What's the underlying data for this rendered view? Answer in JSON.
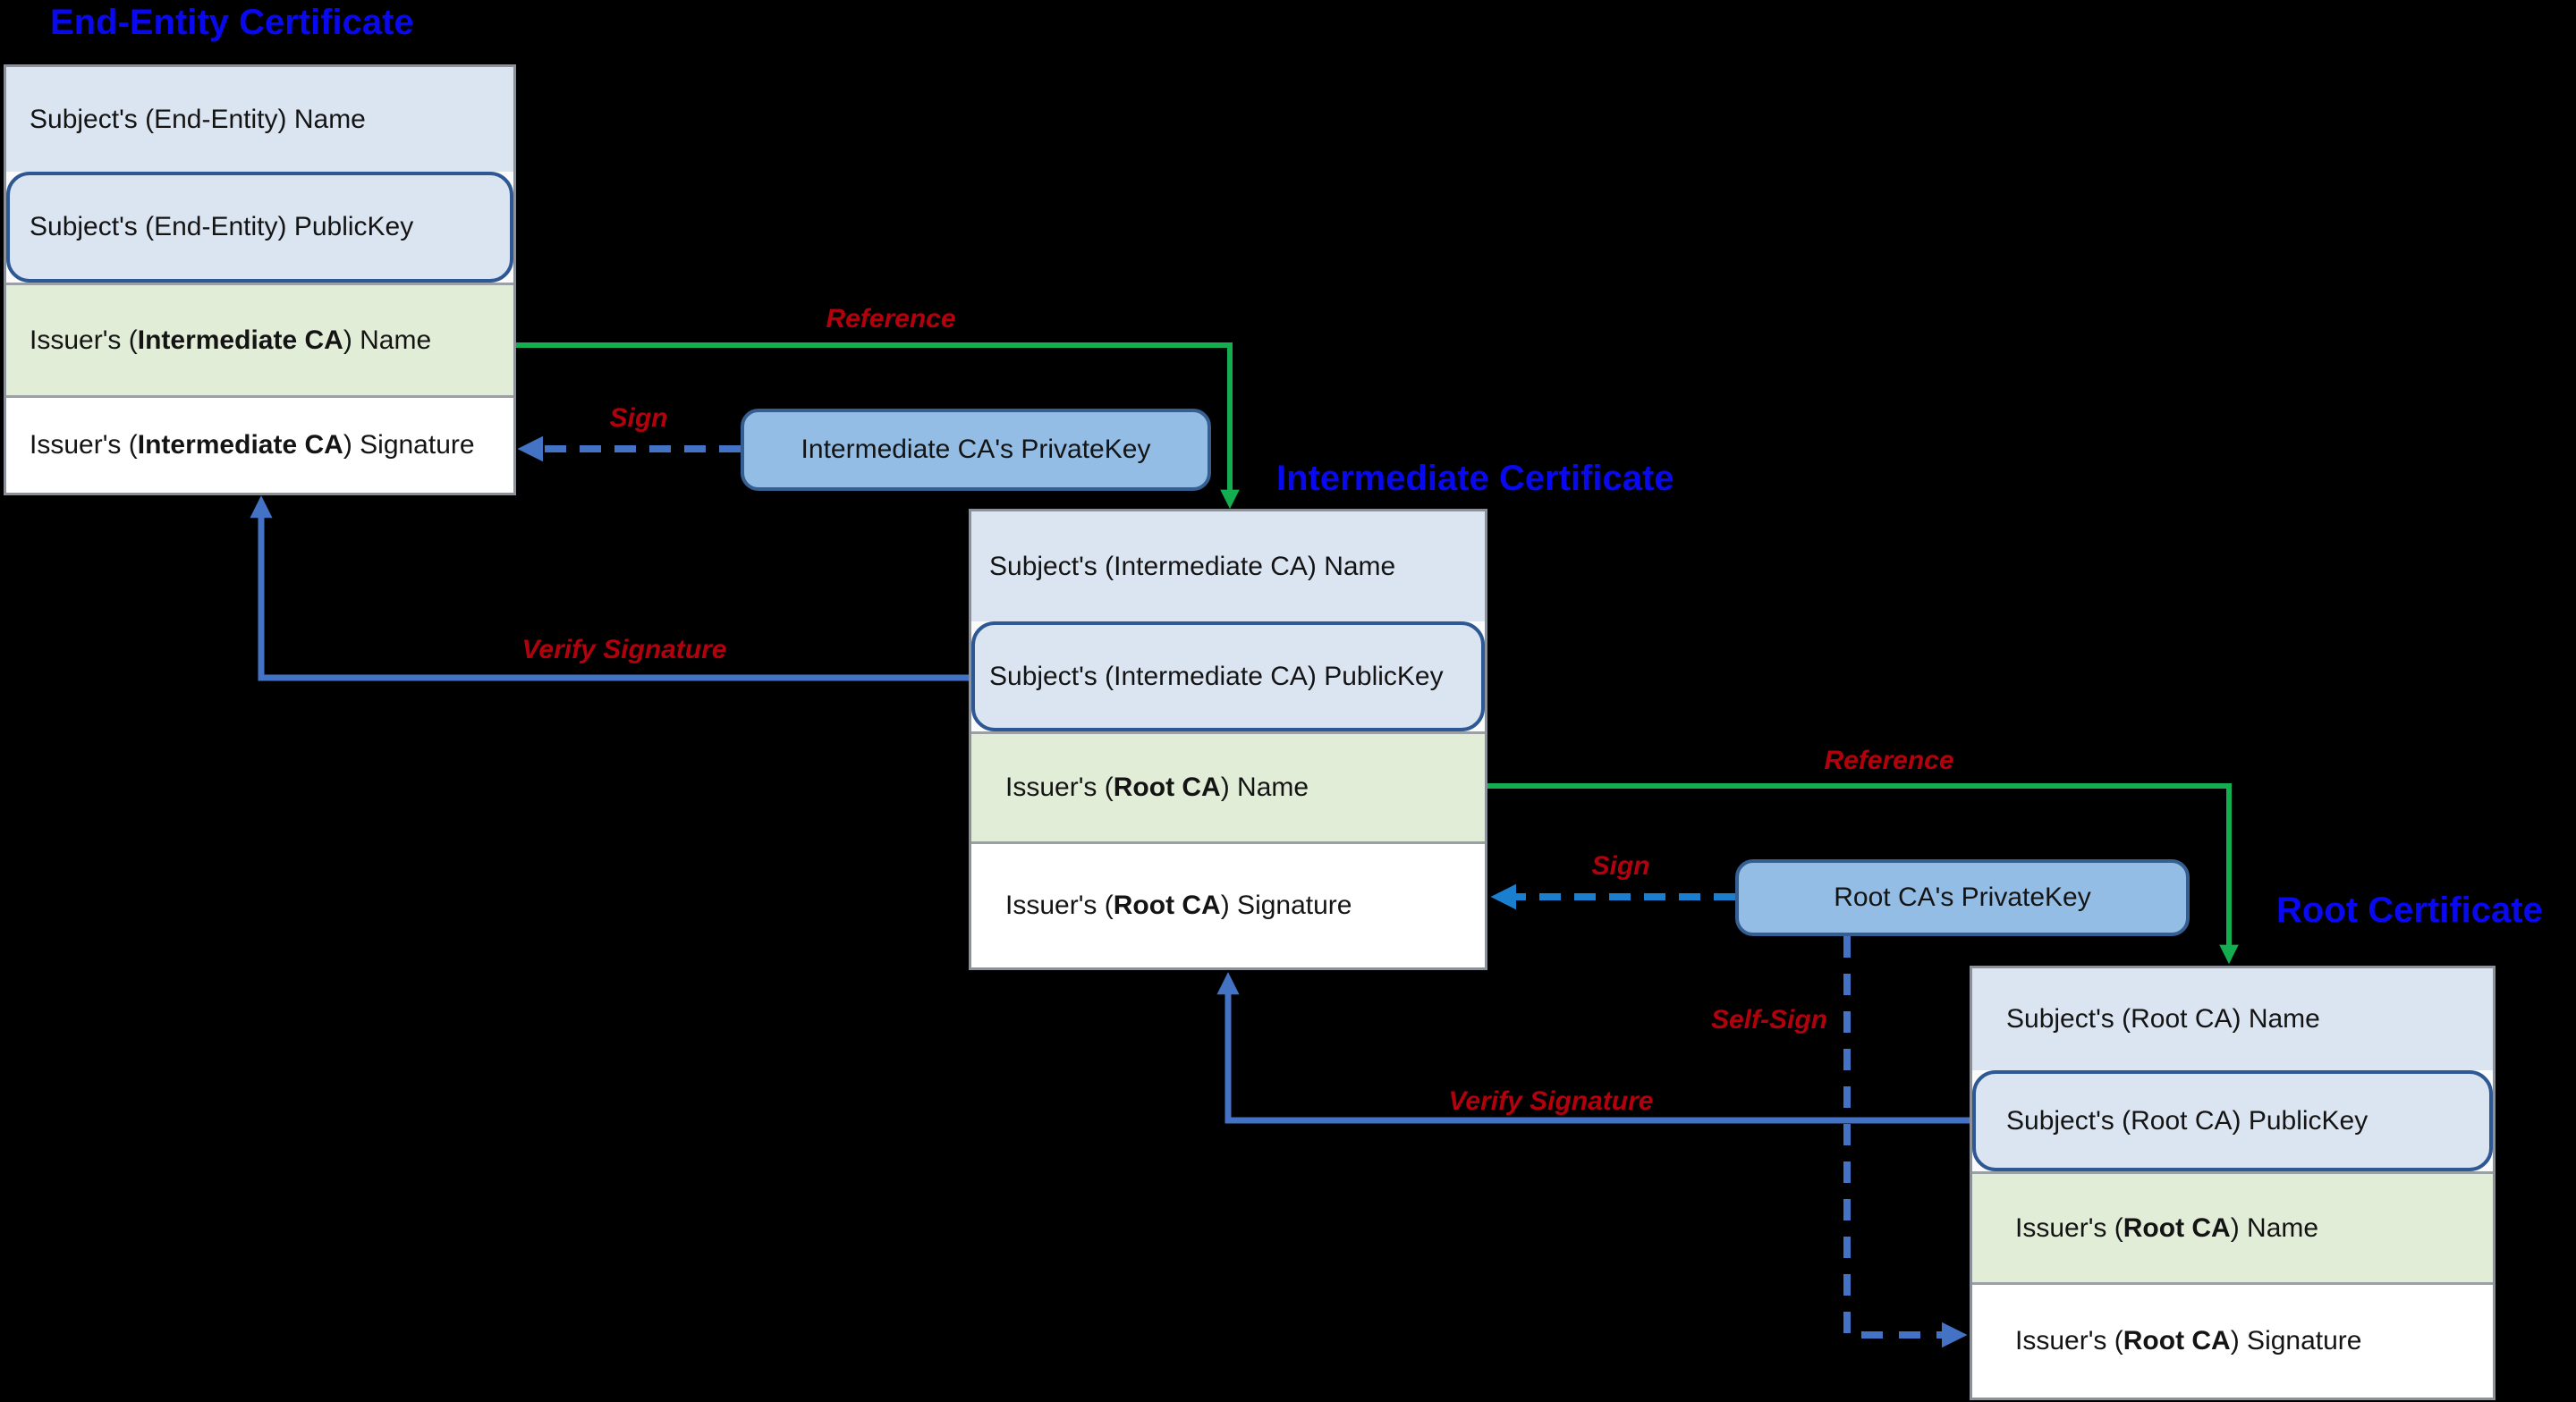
{
  "diagram": {
    "background": "#000000",
    "colors": {
      "title_blue": "#0909ef",
      "label_red": "#b2000c",
      "reference_green": "#14ad4f",
      "arrow_royal_blue": "#4472c4",
      "arrow_azure_blue": "#1b7fd0",
      "row_blue_fill": "#dbe5f1",
      "row_green_fill": "#e2edd8",
      "row_white_fill": "#ffffff",
      "publickey_row_border": "#2e5893",
      "privatekey_fill": "#93bde4",
      "privatekey_border": "#365f91",
      "box_border_gray": "#8b9099"
    },
    "certificates": {
      "end_entity": {
        "title": "End-Entity Certificate",
        "rows": [
          {
            "pre": "Subject's (End-Entity) Name",
            "bold": "",
            "post": ""
          },
          {
            "pre": "Subject's (End-Entity) PublicKey",
            "bold": "",
            "post": ""
          },
          {
            "pre": "Issuer's (",
            "bold": "Intermediate CA",
            "post": ") Name"
          },
          {
            "pre": "Issuer's (",
            "bold": "Intermediate CA",
            "post": ") Signature"
          }
        ]
      },
      "intermediate": {
        "title": "Intermediate Certificate",
        "rows": [
          {
            "pre": "Subject's (Intermediate CA) Name",
            "bold": "",
            "post": ""
          },
          {
            "pre": "Subject's (Intermediate CA) PublicKey",
            "bold": "",
            "post": ""
          },
          {
            "pre": "Issuer's (",
            "bold": "Root CA",
            "post": ") Name"
          },
          {
            "pre": "Issuer's (",
            "bold": "Root CA",
            "post": ") Signature"
          }
        ]
      },
      "root": {
        "title": "Root Certificate",
        "rows": [
          {
            "pre": "Subject's (Root CA) Name",
            "bold": "",
            "post": ""
          },
          {
            "pre": "Subject's (Root CA) PublicKey",
            "bold": "",
            "post": ""
          },
          {
            "pre": "Issuer's (",
            "bold": "Root CA",
            "post": ") Name"
          },
          {
            "pre": "Issuer's (",
            "bold": "Root CA",
            "post": ") Signature"
          }
        ]
      }
    },
    "private_keys": {
      "intermediate": {
        "label": "Intermediate CA's PrivateKey"
      },
      "root": {
        "label": "Root CA's PrivateKey"
      }
    },
    "arrow_labels": {
      "reference_1": "Reference",
      "sign_1": "Sign",
      "verify_signature_1": "Verify Signature",
      "reference_2": "Reference",
      "sign_2": "Sign",
      "verify_signature_2": "Verify Signature",
      "self_sign": "Self-Sign"
    }
  }
}
